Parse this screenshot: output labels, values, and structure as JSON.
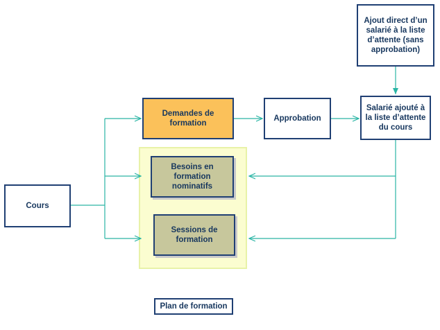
{
  "colors": {
    "connector": "#2ab5a5",
    "border": "#1f3f73",
    "text": "#17375e",
    "demandes_fill": "#fbc15a",
    "plan_fill": "#c7c79c",
    "plan_area": "#fbfdd0"
  },
  "nodes": {
    "cours": "Cours",
    "demandes": "Demandes de formation",
    "approbation": "Approbation",
    "salarie": "Salarié ajouté à la liste d’attente du cours",
    "ajout": "Ajout direct d’un salarié à la liste d’attente (sans approbation)",
    "besoins": "Besoins en formation nominatifs",
    "sessions": "Sessions de formation"
  },
  "plan_label": "Plan de formation"
}
